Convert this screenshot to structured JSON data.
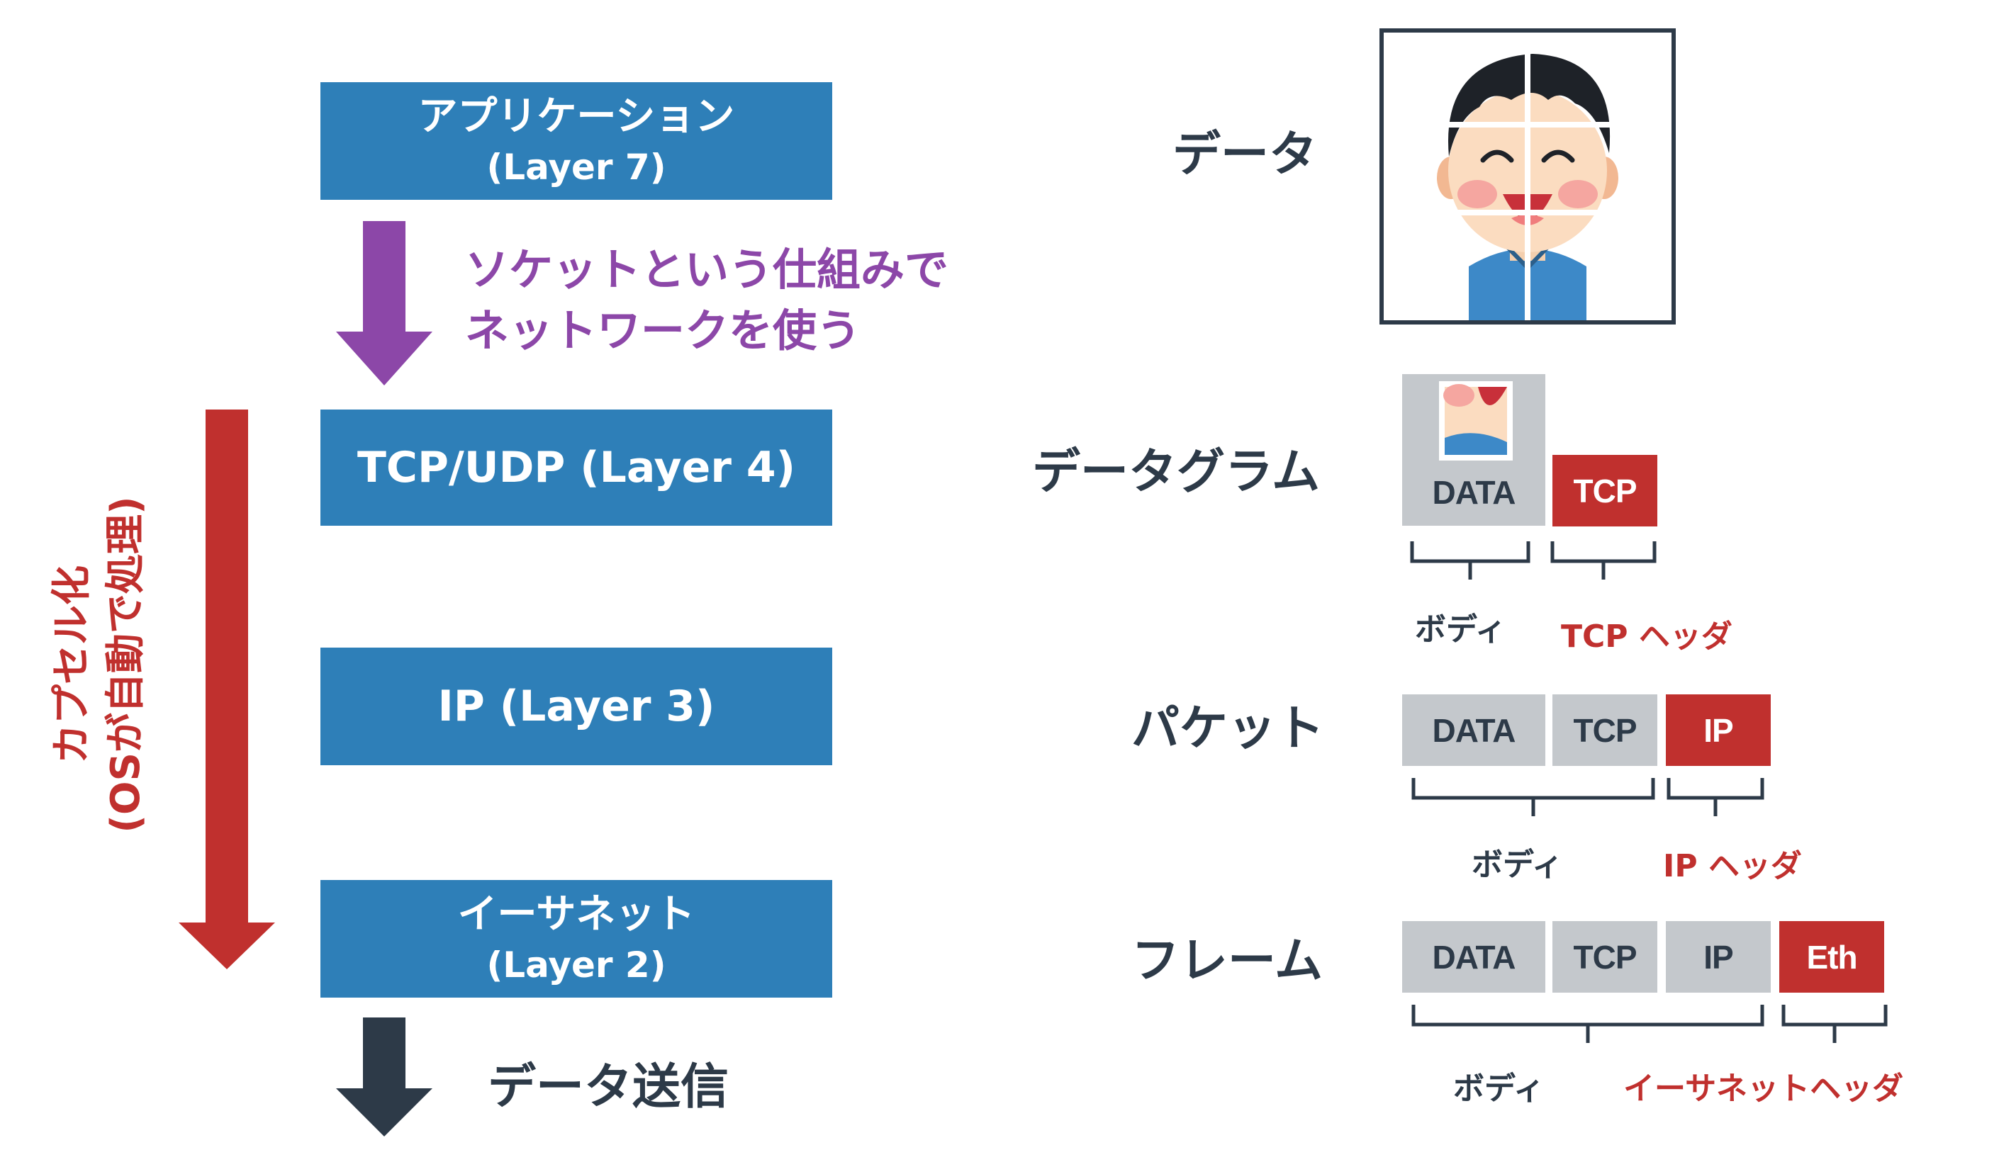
{
  "layers": {
    "application": {
      "line1": "アプリケーション",
      "line2": "(Layer 7)"
    },
    "tcp_udp": {
      "line1": "TCP/UDP (Layer 4)"
    },
    "ip": {
      "line1": "IP (Layer 3)"
    },
    "ethernet": {
      "line1": "イーサネット",
      "line2": "(Layer 2)"
    }
  },
  "socket_note": {
    "line1": "ソケットという仕組みで",
    "line2": "ネットワークを使う"
  },
  "encapsulation_note": {
    "line1": "カプセル化",
    "line2": "(OSが自動で処理)"
  },
  "send_label": "データ送信",
  "units": {
    "data": "データ",
    "datagram": "データグラム",
    "packet": "パケット",
    "frame": "フレーム"
  },
  "segments": {
    "data": "DATA",
    "tcp": "TCP",
    "ip": "IP",
    "eth": "Eth"
  },
  "brace_labels": {
    "body": "ボディ",
    "tcp_header": "TCP ヘッダ",
    "ip_header": "IP ヘッダ",
    "eth_header": "イーサネットヘッダ"
  },
  "colors": {
    "layer_box": "#2e7fb8",
    "purple_arrow": "#8c47a8",
    "red_accent": "#c0302e",
    "dark_text": "#2d3a48",
    "segment_gray": "#c4c8cc"
  },
  "icons": {
    "data_image": "smiling-boy-illustration"
  }
}
